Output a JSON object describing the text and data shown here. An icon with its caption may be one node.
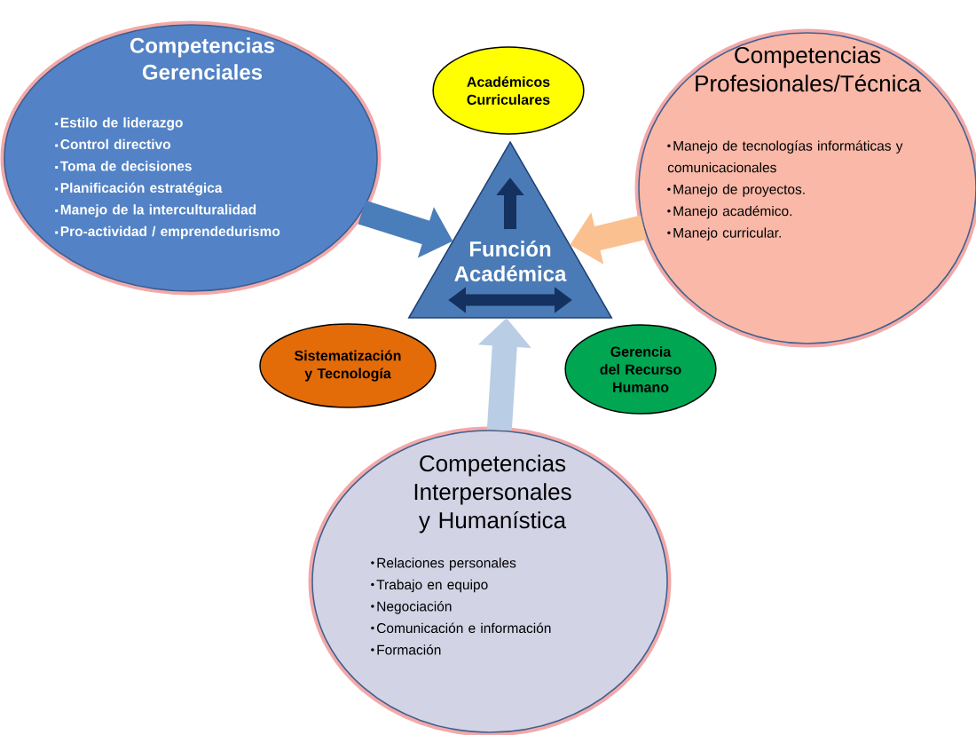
{
  "diagram": {
    "nodes": [
      {
        "text": [
          "Competencias Gerenciales",
          "Estilo de liderazgo",
          "Control directivo",
          "Toma de decisiones",
          "Planificación estratégica",
          "Manejo de la interculturalidad",
          "Pro-actividad / emprendedurismo"
        ]
      },
      {
        "text": [
          "Académicos Curriculares"
        ]
      },
      {
        "text": [
          "Competencias Profesionales/Técnica",
          "Manejo de tecnologías informáticas y comunicacionales",
          "Manejo de proyectos.",
          "Manejo académico.",
          "Manejo curricular."
        ]
      },
      {
        "text": [
          "Función Académica"
        ]
      },
      {
        "text": [
          "Sistematización y Tecnología"
        ]
      },
      {
        "text": [
          "Gerencia del Recurso Humano"
        ]
      },
      {
        "text": [
          "Competencias Interpersonales y Humanística",
          "Relaciones personales",
          "Trabajo en equipo",
          "Negociación",
          "Comunicación e información",
          "Formación"
        ]
      }
    ],
    "edges": [
      {
        "from": 0,
        "to": 3,
        "arrow": "to",
        "color": "#4a7ebb"
      },
      {
        "from": 2,
        "to": 3,
        "arrow": "to",
        "color": "#fac08f"
      },
      {
        "from": 6,
        "to": 3,
        "arrow": "to",
        "color": "#b9cde5"
      }
    ]
  }
}
